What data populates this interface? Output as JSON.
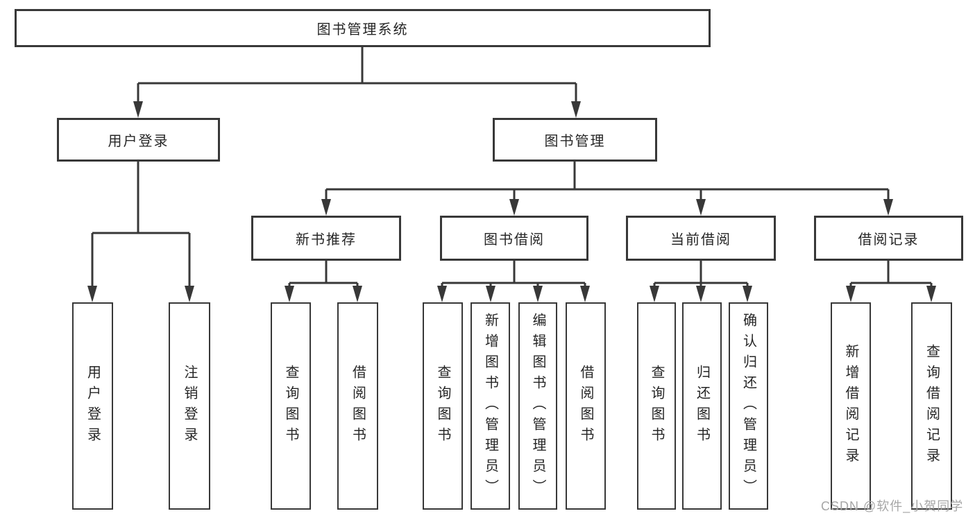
{
  "diagram": {
    "title": "图书管理系统",
    "nodes": {
      "root": "图书管理系统",
      "l2": [
        "用户登录",
        "图书管理"
      ],
      "l3": [
        "新书推荐",
        "图书借阅",
        "当前借阅",
        "借阅记录"
      ],
      "g1": [
        "用户登录",
        "注销登录"
      ],
      "g2": [
        "查询图书",
        "借阅图书"
      ],
      "g3": [
        "查询图书",
        "新增图书（管理员）",
        "编辑图书（管理员）",
        "借阅图书"
      ],
      "g4": [
        "查询图书",
        "归还图书",
        "确认归还（管理员）"
      ],
      "g5": [
        "新增借阅记录",
        "查询借阅记录"
      ]
    },
    "watermark": "CSDN @软件_小贺同学",
    "colors": {
      "line": "#383838",
      "box_border": "#383838",
      "text": "#262626",
      "watermark": "#a6a6a6",
      "background": "#ffffff"
    }
  }
}
